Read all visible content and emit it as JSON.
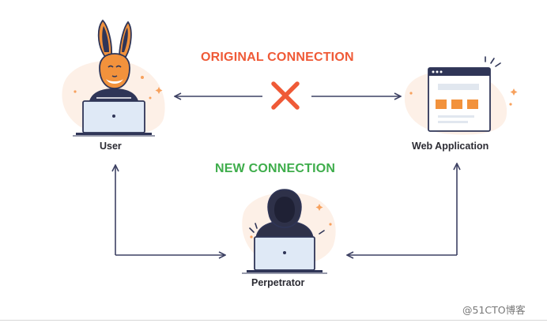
{
  "colors": {
    "original_connection": "#ef5a37",
    "new_connection": "#3ead4b",
    "arrows": "#3d4163",
    "outline": "#2f3557",
    "laptop_screen": "#dfe9f6",
    "fox_orange": "#f2923c",
    "highlight_orange": "#f7a15d",
    "hoodie": "#2e3149",
    "blob_background": "#fdf0e7"
  },
  "labels": {
    "original_connection": "ORIGINAL CONNECTION",
    "new_connection": "NEW CONNECTION",
    "user": "User",
    "web_application": "Web Application",
    "perpetrator": "Perpetrator"
  },
  "icons": {
    "broken_link": "red-x-icon",
    "user": "fox-character-with-laptop",
    "web_application": "browser-window-icon",
    "perpetrator": "hooded-hacker-with-laptop"
  },
  "watermark": "@51CTO博客"
}
